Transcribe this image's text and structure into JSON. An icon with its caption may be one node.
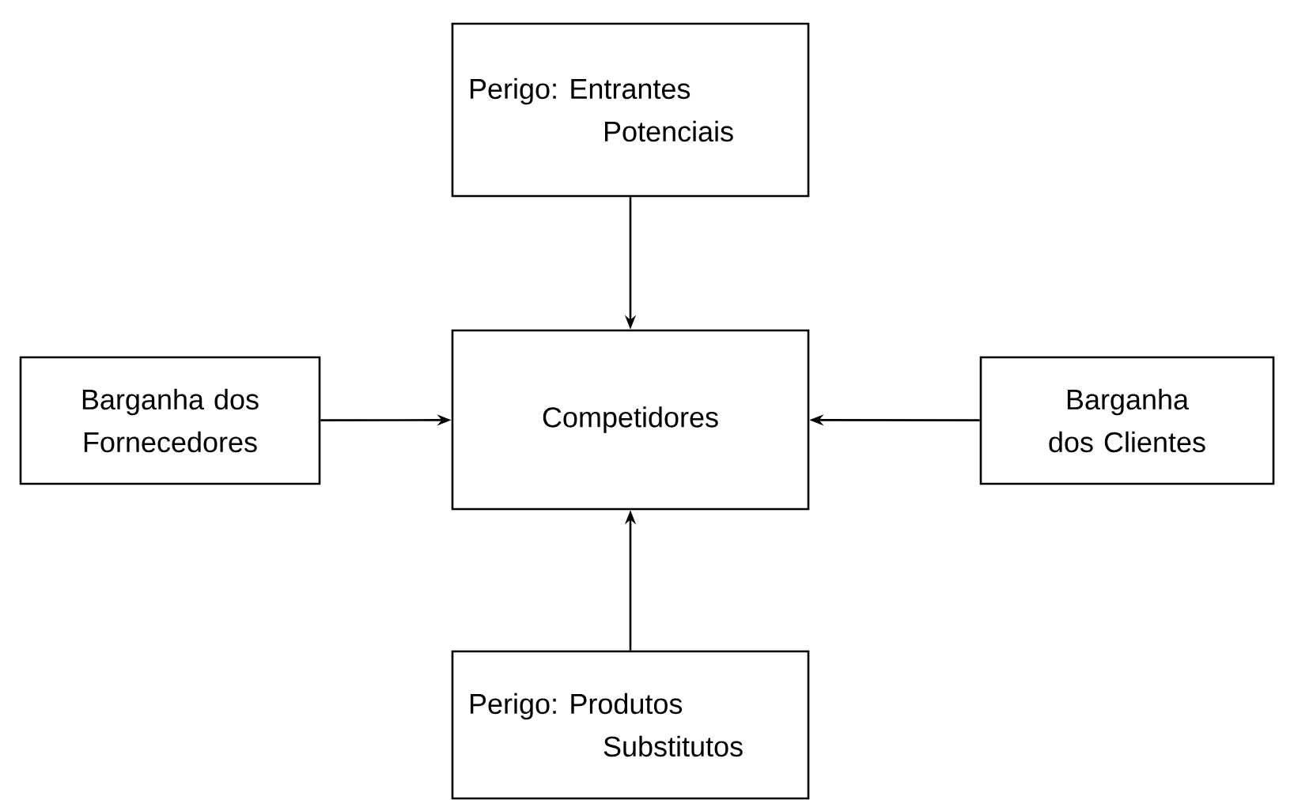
{
  "diagram": {
    "nodes": [
      {
        "text": [
          "Perigo: Entrantes Potenciais"
        ]
      },
      {
        "text": [
          "Competidores"
        ]
      },
      {
        "text": [
          "Barganha dos Fornecedores"
        ]
      },
      {
        "text": [
          "Barganha dos Clientes"
        ]
      },
      {
        "text": [
          "Perigo: Produtos Substitutos"
        ]
      }
    ],
    "edges": [
      {
        "from": 0,
        "to": 1,
        "arrow": "to"
      },
      {
        "from": 2,
        "to": 1,
        "arrow": "to"
      },
      {
        "from": 3,
        "to": 1,
        "arrow": "to"
      },
      {
        "from": 4,
        "to": 1,
        "arrow": "to"
      }
    ]
  }
}
